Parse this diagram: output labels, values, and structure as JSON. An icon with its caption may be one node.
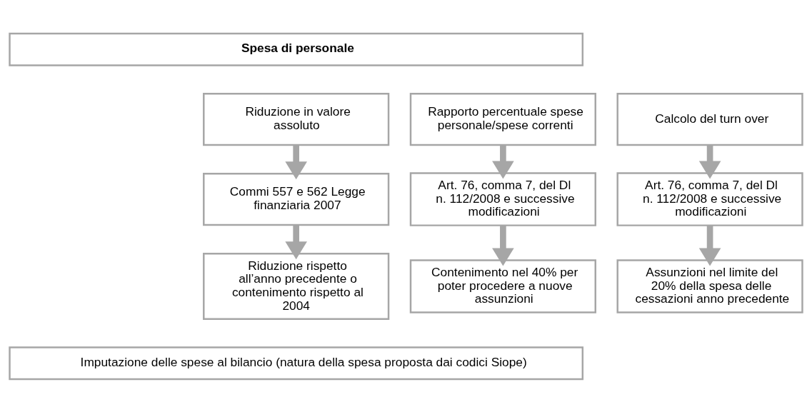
{
  "diagram": {
    "nodes": [
      {
        "text": [
          "Spesa di personale"
        ]
      },
      {
        "text": [
          "Riduzione in valore assoluto"
        ]
      },
      {
        "text": [
          "Rapporto percentuale spese personale/spese correnti"
        ]
      },
      {
        "text": [
          "Calcolo del turn over"
        ]
      },
      {
        "text": [
          "Commi 557 e 562 Legge finanziaria 2007"
        ]
      },
      {
        "text": [
          "Art. 76, comma 7, del Dl n. 112/2008 e successive modificazioni"
        ]
      },
      {
        "text": [
          "Art. 76, comma 7, del Dl n. 112/2008 e successive modificazioni"
        ]
      },
      {
        "text": [
          "Riduzione rispetto all’anno precedente o contenimento rispetto al 2004"
        ]
      },
      {
        "text": [
          "Contenimento nel 40% per poter procedere a nuove assunzioni"
        ]
      },
      {
        "text": [
          "Assunzioni nel limite del 20% della spesa delle cessazioni anno precedente"
        ]
      },
      {
        "text": [
          "Imputazione delle spese al bilancio (natura della spesa proposta dai codici Siope)"
        ]
      }
    ],
    "edges": [
      {
        "from": 1,
        "to": 4,
        "arrow": "to"
      },
      {
        "from": 2,
        "to": 5,
        "arrow": "to"
      },
      {
        "from": 3,
        "to": 6,
        "arrow": "to"
      },
      {
        "from": 4,
        "to": 7,
        "arrow": "to"
      },
      {
        "from": 5,
        "to": 8,
        "arrow": "to"
      },
      {
        "from": 6,
        "to": 9,
        "arrow": "to"
      }
    ]
  }
}
